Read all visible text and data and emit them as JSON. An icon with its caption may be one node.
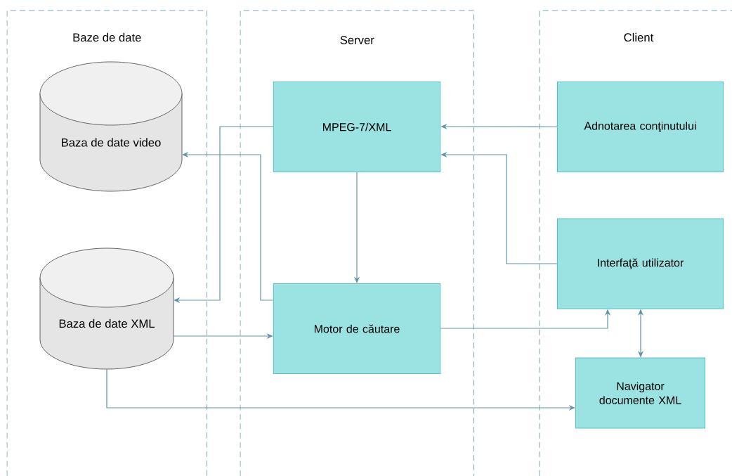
{
  "diagram": {
    "nodes": [
      {
        "text": [
          "Baze de date"
        ]
      },
      {
        "text": [
          "Server"
        ]
      },
      {
        "text": [
          "Client"
        ]
      },
      {
        "text": [
          "Baza de date video"
        ],
        "in": 0
      },
      {
        "text": [
          "Baza de date XML"
        ],
        "in": 0
      },
      {
        "text": [
          "MPEG-7/XML"
        ],
        "in": 1
      },
      {
        "text": [
          "Motor de căutare"
        ],
        "in": 1
      },
      {
        "text": [
          "Adnotarea conţinutului"
        ],
        "in": 2
      },
      {
        "text": [
          "Interfaţă utilizator"
        ],
        "in": 2
      },
      {
        "text": [
          "Navigator documente XML"
        ],
        "in": 2
      }
    ],
    "edges": [
      {
        "from": 7,
        "to": 5,
        "arrow": "to"
      },
      {
        "from": 8,
        "to": 5,
        "arrow": "to"
      },
      {
        "from": 5,
        "to": 4,
        "arrow": "to"
      },
      {
        "from": 6,
        "to": 3,
        "arrow": "to"
      },
      {
        "from": 5,
        "to": 6,
        "arrow": "to"
      },
      {
        "from": 4,
        "to": 6,
        "arrow": "to"
      },
      {
        "from": 6,
        "to": 8,
        "arrow": "to"
      },
      {
        "from": 8,
        "to": 9,
        "arrow": "both"
      },
      {
        "from": 4,
        "to": 9,
        "arrow": "to"
      }
    ]
  }
}
